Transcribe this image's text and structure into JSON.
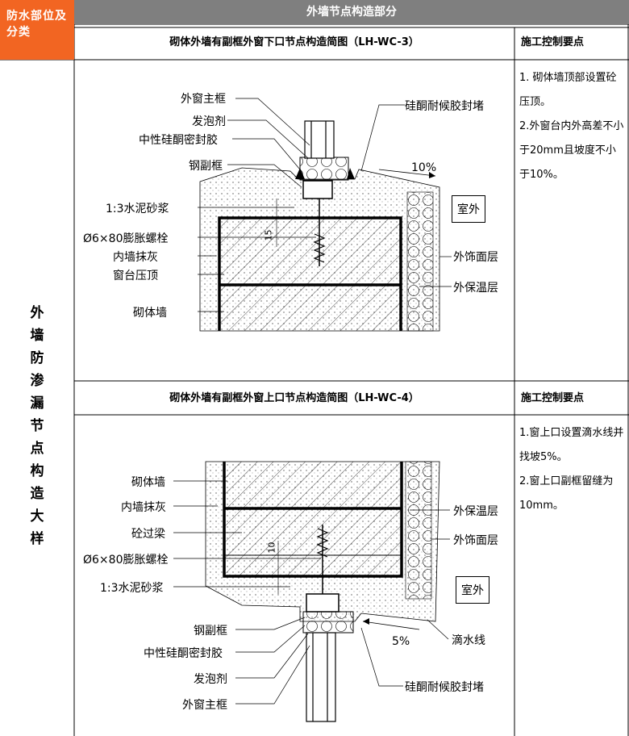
{
  "category_header": "防水部位及分类",
  "section_title": "外墙节点构造部分",
  "side_label": "外墙防渗漏节点构造大样",
  "diagram1": {
    "title": "砌体外墙有副框外窗下口节点构造简图（LH-WC-3）",
    "notes_header": "施工控制要点",
    "notes": [
      "1. 砌体墙顶部设置砼压顶。",
      "2.外窗台内外高差不小于20mm且坡度不小于10%。"
    ],
    "labels": {
      "window_frame": "外窗主框",
      "foam": "发泡剂",
      "sealant": "中性硅酮密封胶",
      "steel_subframe": "钢副框",
      "mortar": "1:3水泥砂浆",
      "bolt": "Ø6×80膨胀螺栓",
      "inner_plaster": "内墙抹灰",
      "sill_cap": "窗台压顶",
      "masonry": "砌体墙",
      "weather_seal": "硅酮耐候胶封堵",
      "slope": "10%",
      "outdoor": "室外",
      "finish": "外饰面层",
      "insulation": "外保温层",
      "dim": "15"
    }
  },
  "diagram2": {
    "title": "砌体外墙有副框外窗上口节点构造简图（LH-WC-4）",
    "notes_header": "施工控制要点",
    "notes": [
      "1.窗上口设置滴水线并找坡5%。",
      "2.窗上口副框留缝为10mm。"
    ],
    "labels": {
      "masonry": "砌体墙",
      "inner_plaster": "内墙抹灰",
      "lintel": "砼过梁",
      "bolt": "Ø6×80膨胀螺栓",
      "mortar": "1:3水泥砂浆",
      "steel_subframe": "钢副框",
      "sealant": "中性硅酮密封胶",
      "foam": "发泡剂",
      "window_frame": "外窗主框",
      "insulation": "外保温层",
      "finish": "外饰面层",
      "outdoor": "室外",
      "drip": "滴水线",
      "slope": "5%",
      "weather_seal": "硅酮耐候胶封堵",
      "dim": "10"
    }
  },
  "colors": {
    "header_orange": "#f26522",
    "header_gray": "#7f7f7f"
  }
}
